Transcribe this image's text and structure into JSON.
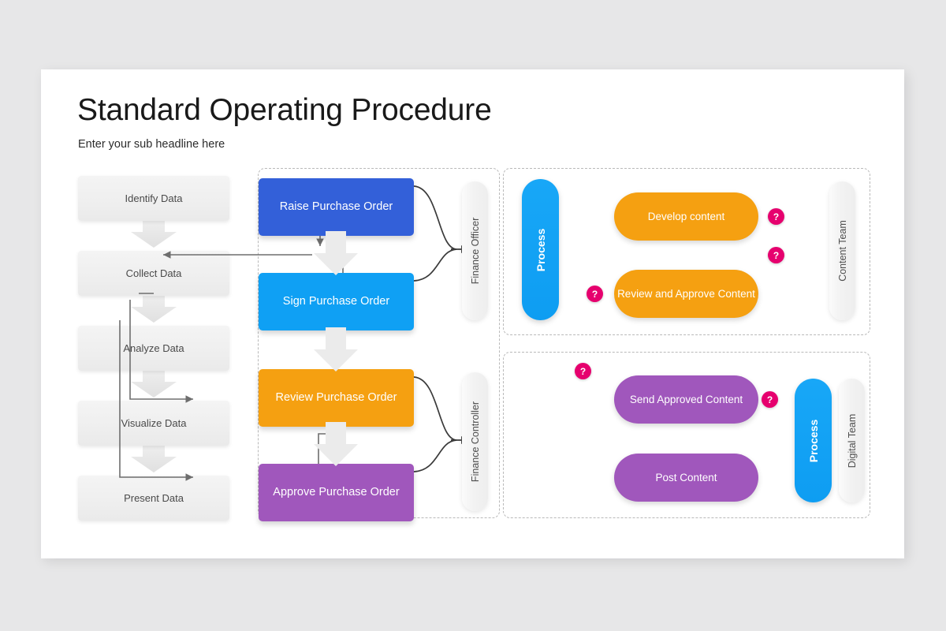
{
  "header": {
    "title": "Standard Operating Procedure",
    "subtitle": "Enter your sub headline here"
  },
  "colors": {
    "background": "#e7e7e8",
    "card": "#ffffff",
    "royal_blue": "#3360d9",
    "light_blue": "#0fa0f4",
    "orange": "#f5a011",
    "purple": "#a057bc",
    "pink_badge": "#e6006e",
    "grey_box": "#efefef",
    "panel_border": "#b9b9b9",
    "connector": "#6e6e6e"
  },
  "funnel": {
    "steps": [
      {
        "label": "Identify Data"
      },
      {
        "label": "Collect Data"
      },
      {
        "label": "Analyze Data"
      },
      {
        "label": "Visualize Data"
      },
      {
        "label": "Present Data"
      }
    ]
  },
  "middle_panel": {
    "boxes": [
      {
        "label": "Raise Purchase Order",
        "color": "#3360d9"
      },
      {
        "label": "Sign Purchase Order",
        "color": "#0fa0f4"
      },
      {
        "label": "Review Purchase Order",
        "color": "#f5a011"
      },
      {
        "label": "Approve Purchase Order",
        "color": "#a057bc"
      }
    ],
    "roles": [
      {
        "label": "Finance Officer"
      },
      {
        "label": "Finance Controller"
      }
    ]
  },
  "top_panel": {
    "process_label": "Process",
    "role_label": "Content Team",
    "tasks": [
      {
        "label": "Develop content",
        "color": "#f5a011"
      },
      {
        "label": "Review and Approve Content",
        "color": "#f5a011"
      }
    ],
    "badges": [
      "?",
      "?",
      "?"
    ]
  },
  "bottom_panel": {
    "process_label": "Process",
    "role_label": "Digital Team",
    "tasks": [
      {
        "label": "Send Approved Content",
        "color": "#a057bc"
      },
      {
        "label": "Post Content",
        "color": "#a057bc"
      }
    ],
    "badges": [
      "?",
      "?"
    ]
  }
}
